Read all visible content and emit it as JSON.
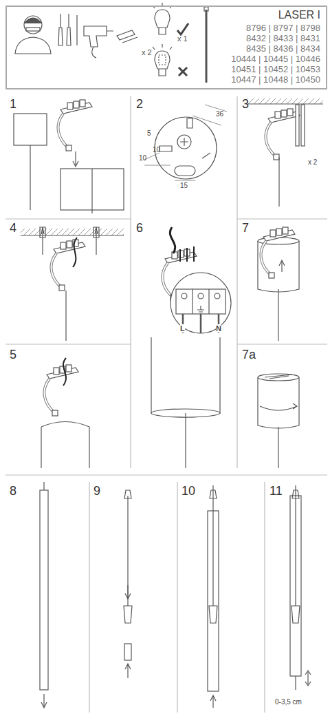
{
  "diagram": {
    "nodes": [
      {
        "text": [
          "LASER I",
          "8796 | 8797 | 8798",
          "8432 | 8433 | 8431",
          "8435 | 8436 | 8434",
          "10444 | 10445 | 10446",
          "10451 | 10452 | 10453",
          "10447 | 10448 | 10450",
          "x 2",
          "x 1"
        ]
      }
    ],
    "labels": [
      "1",
      "2",
      "36",
      "5",
      "10",
      "10",
      "15",
      "3",
      "x 2",
      "4",
      "5",
      "6",
      "L",
      "N",
      "7",
      "7a",
      "8",
      "9",
      "10",
      "11",
      "0-3,5 cm"
    ]
  }
}
